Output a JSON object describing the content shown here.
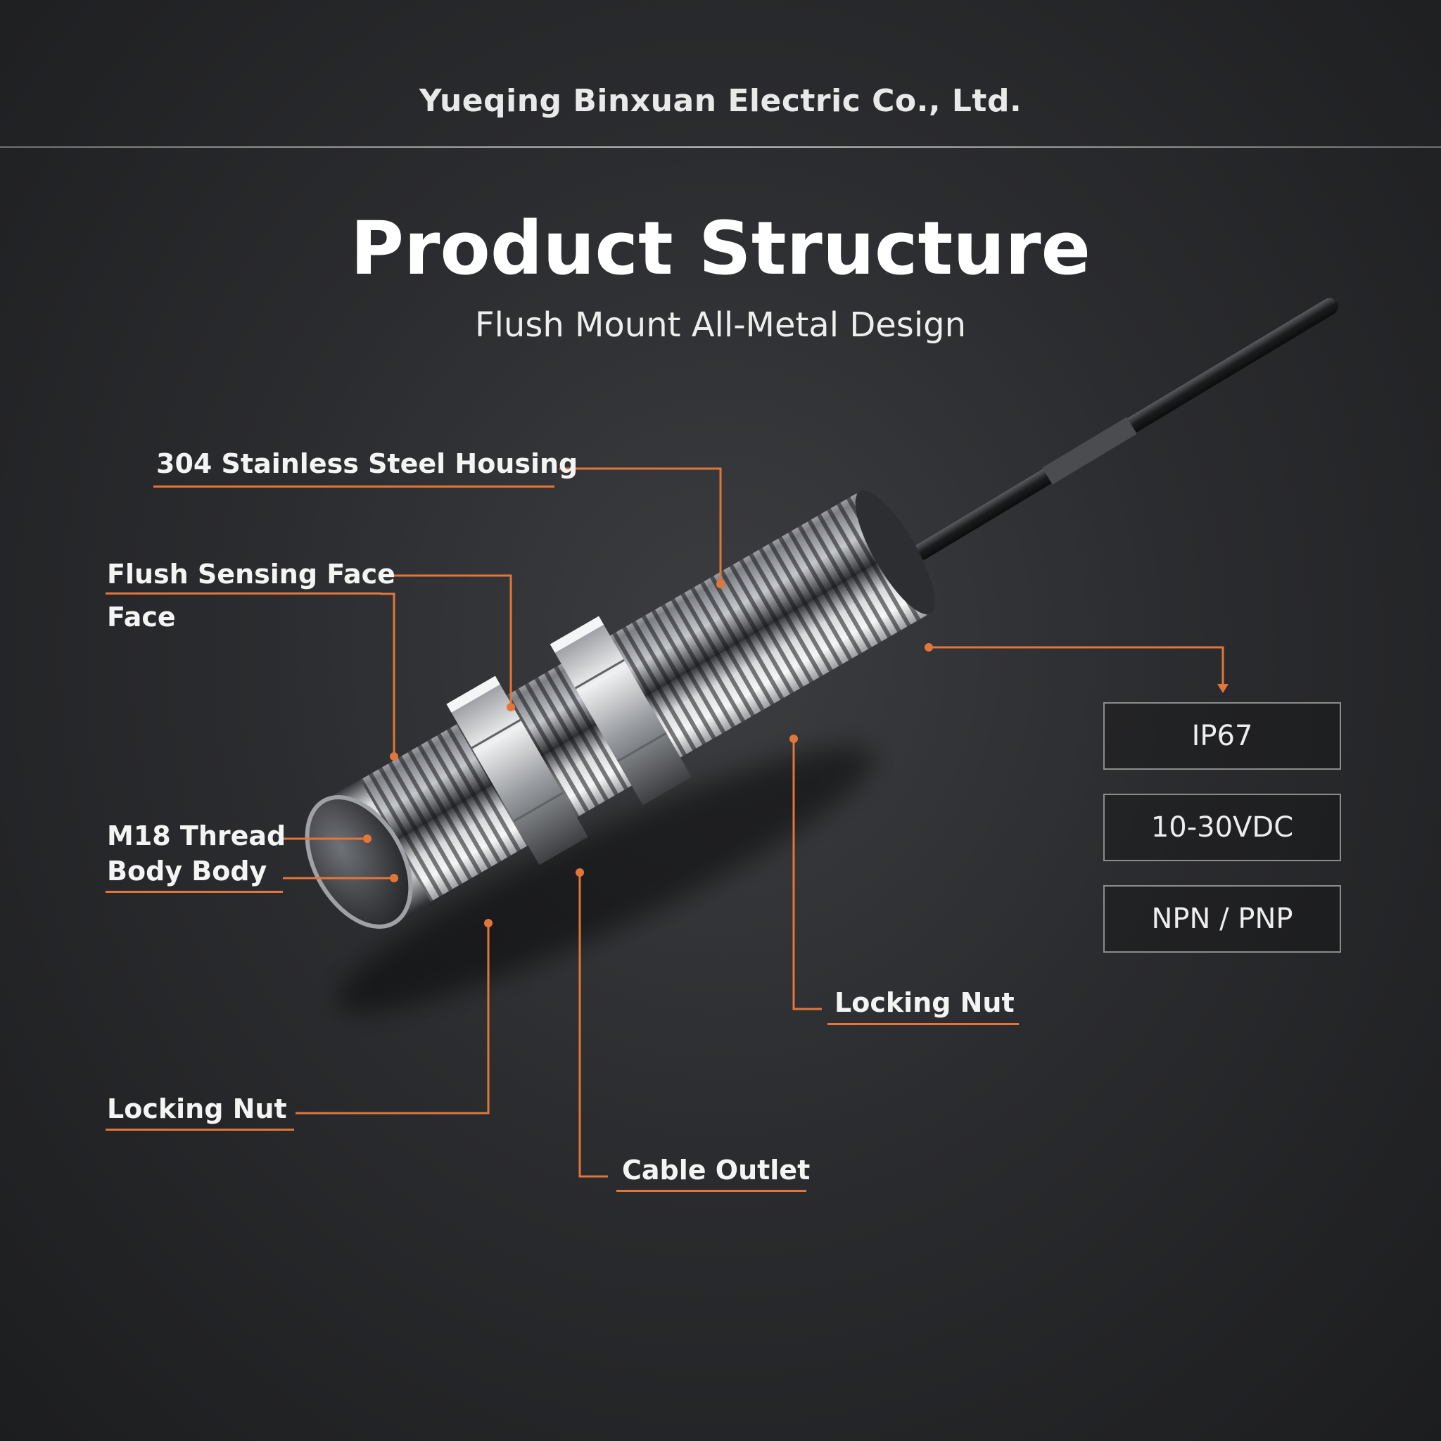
{
  "header": {
    "company": "Yueqing Binxuan Electric Co., Ltd."
  },
  "main": {
    "title": "Product Structure",
    "subtitle": "Flush Mount All-Metal Design"
  },
  "callouts": {
    "housing": "304 Stainless Steel Housing",
    "sensing_face": "Flush Sensing Face",
    "sensing_face_extra": "Face",
    "thread_body_line1": "M18 Thread",
    "thread_body_line2": "Body  Body",
    "locking_nut_left": "Locking Nut",
    "locking_nut_right": "Locking Nut",
    "cable_outlet": "Cable Outlet"
  },
  "specs": [
    "IP67",
    "10-30VDC",
    "NPN / PNP"
  ],
  "colors": {
    "accent": "#e2763a",
    "background": "#2b2c2f",
    "text": "#f2f2f2",
    "steel": "#b9bcc0"
  }
}
